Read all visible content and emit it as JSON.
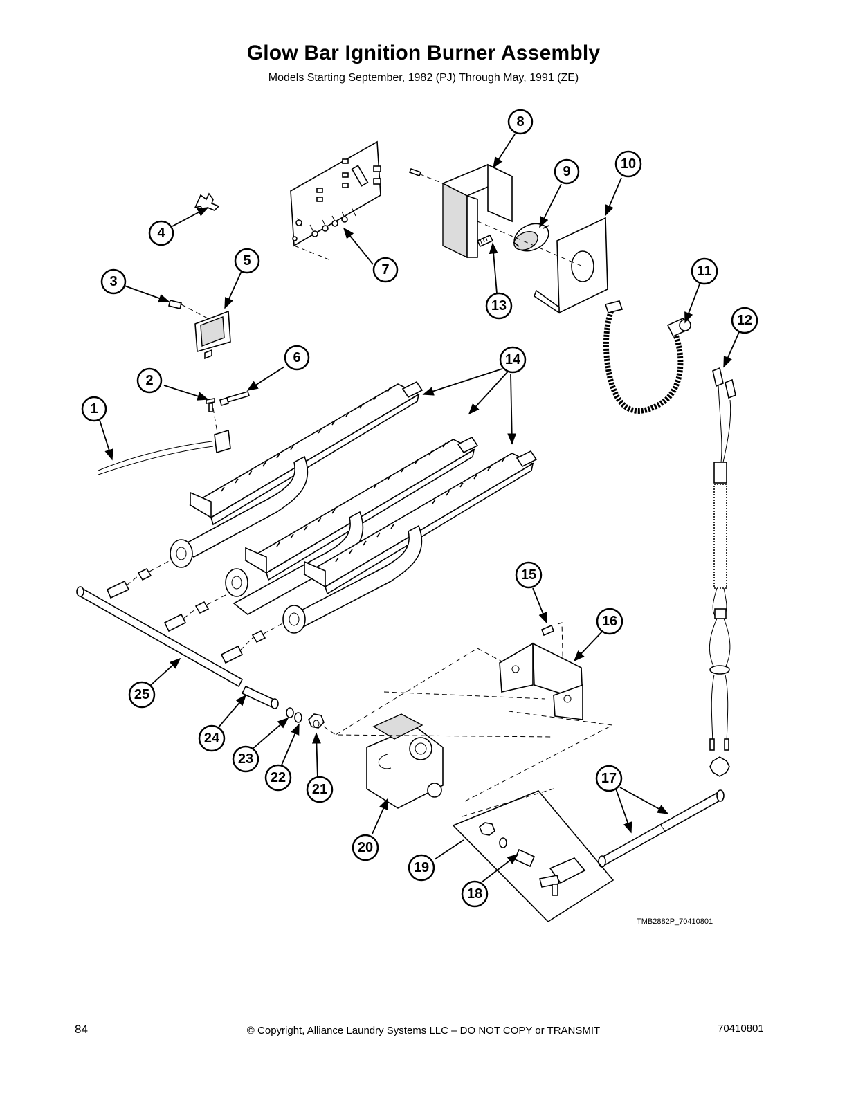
{
  "title": "Glow Bar Ignition Burner Assembly",
  "subtitle": "Models Starting September, 1982 (PJ) Through May, 1991 (ZE)",
  "drawing_id": "TMB2882P_70410801",
  "callouts": [
    "1",
    "2",
    "3",
    "4",
    "5",
    "6",
    "7",
    "8",
    "9",
    "10",
    "11",
    "12",
    "13",
    "14",
    "15",
    "16",
    "17",
    "18",
    "19",
    "20",
    "21",
    "22",
    "23",
    "24",
    "25"
  ],
  "footer": {
    "page_number": "84",
    "copyright": "© Copyright, Alliance Laundry Systems LLC – DO NOT COPY or TRANSMIT",
    "doc_number": "70410801"
  }
}
